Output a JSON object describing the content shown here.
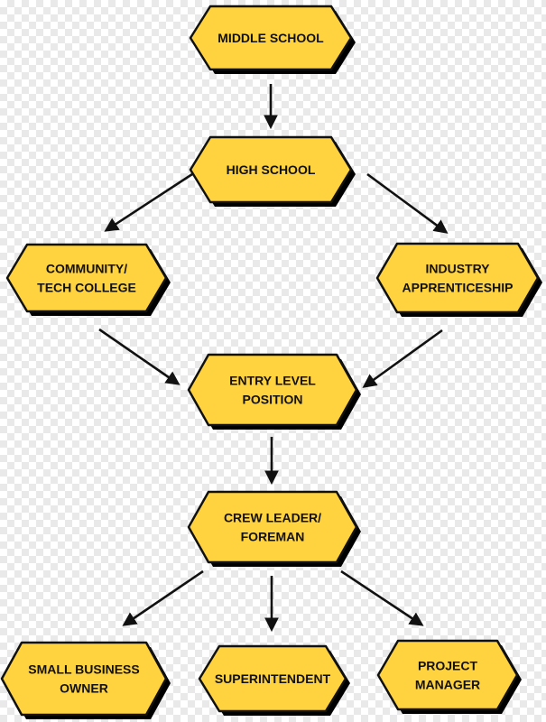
{
  "colors": {
    "node_fill": "#ffd23f",
    "node_shadow": "#000000",
    "node_stroke": "#111111",
    "arrow": "#111111"
  },
  "nodes": {
    "middle_school": {
      "lines": [
        "MIDDLE SCHOOL"
      ]
    },
    "high_school": {
      "lines": [
        "HIGH SCHOOL"
      ]
    },
    "community_tech": {
      "lines": [
        "COMMUNITY/",
        "TECH COLLEGE"
      ]
    },
    "industry": {
      "lines": [
        "INDUSTRY",
        "APPRENTICESHIP"
      ]
    },
    "entry_level": {
      "lines": [
        "ENTRY LEVEL",
        "POSITION"
      ]
    },
    "crew_leader": {
      "lines": [
        "CREW LEADER/",
        "FOREMAN"
      ]
    },
    "small_business": {
      "lines": [
        "SMALL BUSINESS",
        "OWNER"
      ]
    },
    "superintendent": {
      "lines": [
        "SUPERINTENDENT"
      ]
    },
    "project_manager": {
      "lines": [
        "PROJECT",
        "MANAGER"
      ]
    }
  }
}
